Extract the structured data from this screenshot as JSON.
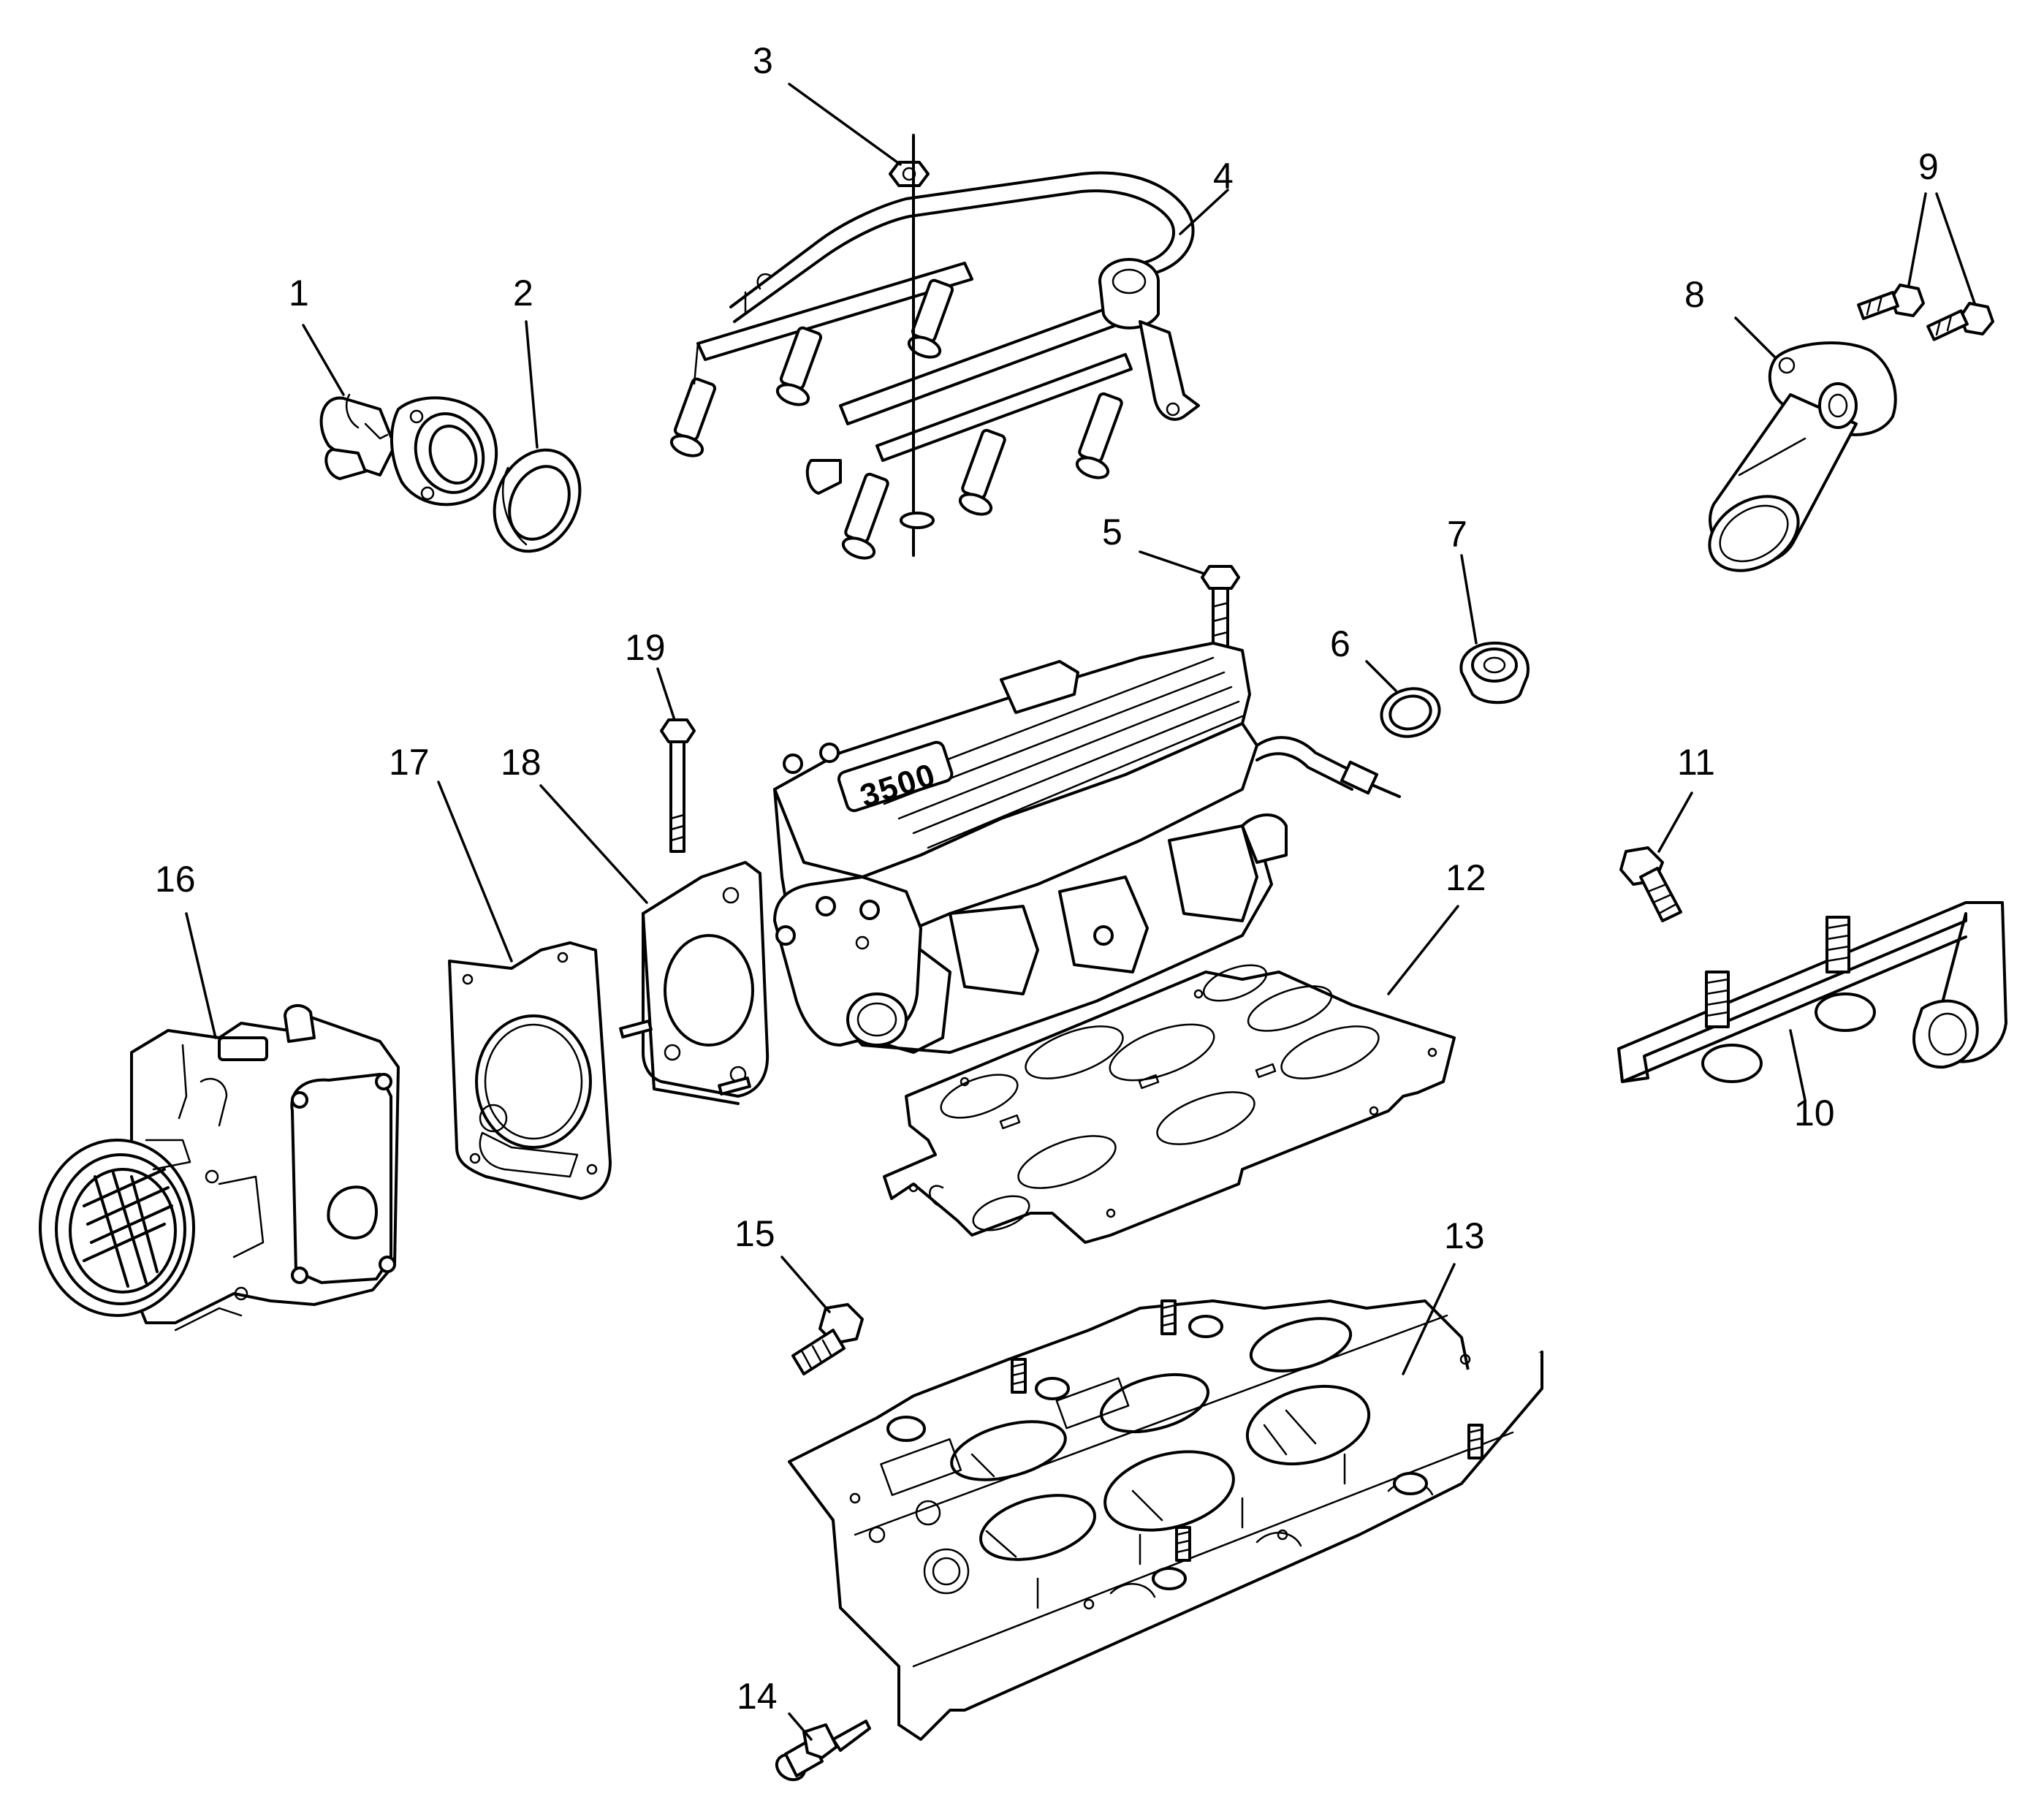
{
  "callouts": [
    {
      "id": "1",
      "label": "1"
    },
    {
      "id": "2",
      "label": "2"
    },
    {
      "id": "3",
      "label": "3"
    },
    {
      "id": "4",
      "label": "4"
    },
    {
      "id": "5",
      "label": "5"
    },
    {
      "id": "6",
      "label": "6"
    },
    {
      "id": "7",
      "label": "7"
    },
    {
      "id": "8",
      "label": "8"
    },
    {
      "id": "9",
      "label": "9"
    },
    {
      "id": "10",
      "label": "10"
    },
    {
      "id": "11",
      "label": "11"
    },
    {
      "id": "12",
      "label": "12"
    },
    {
      "id": "13",
      "label": "13"
    },
    {
      "id": "14",
      "label": "14"
    },
    {
      "id": "15",
      "label": "15"
    },
    {
      "id": "16",
      "label": "16"
    },
    {
      "id": "17",
      "label": "17"
    },
    {
      "id": "18",
      "label": "18"
    },
    {
      "id": "19",
      "label": "19"
    }
  ],
  "parts": {
    "water_outlet": "1",
    "water_outlet_seal": "2",
    "fuel_rail_nut": "3",
    "fuel_rail_assembly": "4",
    "upper_manifold_bolt": "5",
    "seal_ring": "6",
    "plug": "7",
    "coolant_outlet": "8",
    "outlet_bolts": "9",
    "bracket": "10",
    "bracket_bolt": "11",
    "upper_gasket": "12",
    "lower_intake_manifold": "13",
    "sensor": "14",
    "lower_bolt": "15",
    "throttle_body": "16",
    "throttle_body_gasket": "17",
    "adapter_plate": "18",
    "stud_bolt": "19"
  },
  "manifold_badge": "3500",
  "colors": {
    "line": "#000000",
    "fill": "#ffffff"
  }
}
